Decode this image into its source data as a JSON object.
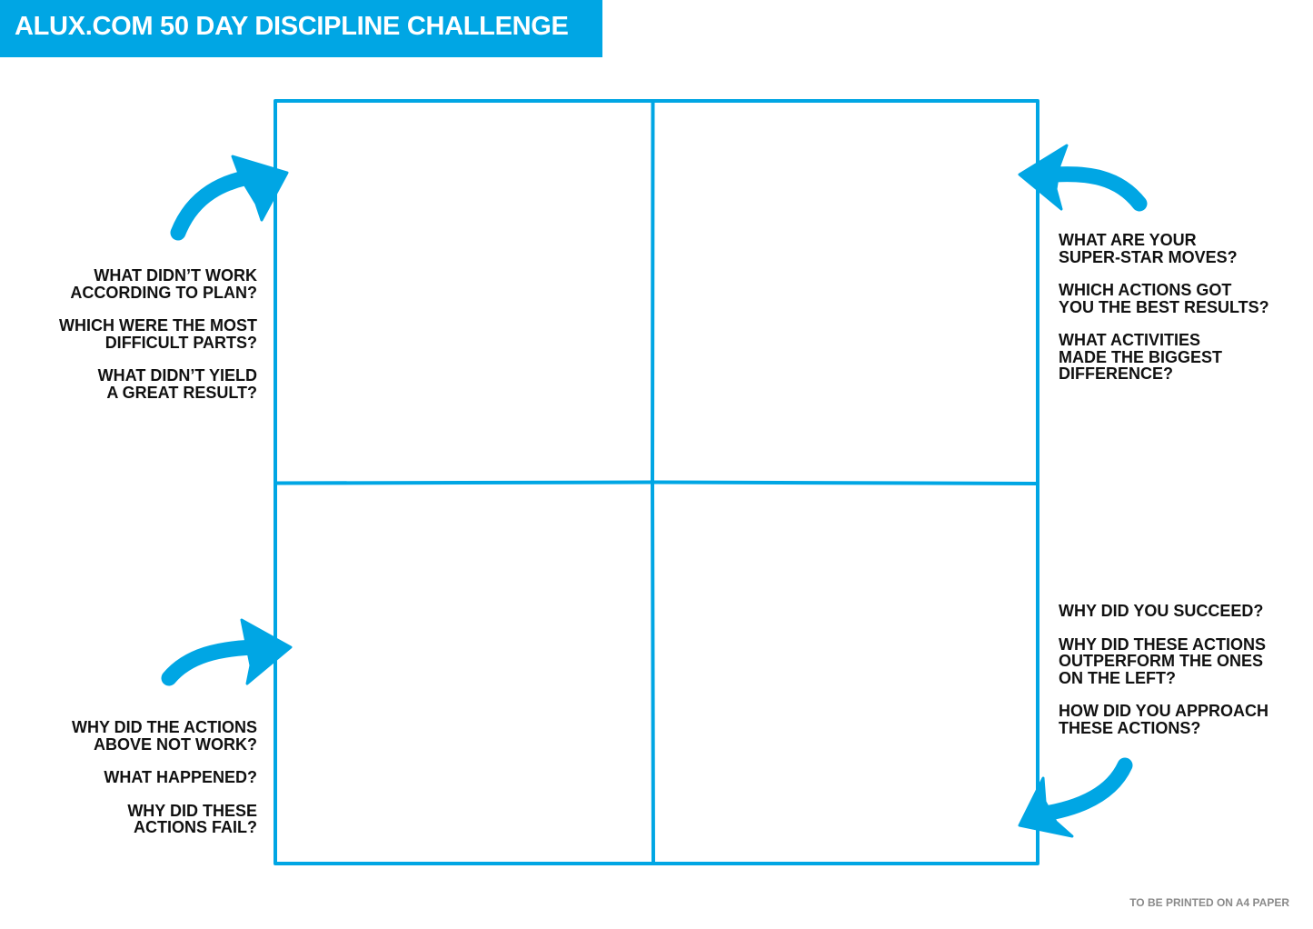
{
  "header": {
    "title": "ALUX.COM 50 DAY DISCIPLINE CHALLENGE"
  },
  "colors": {
    "accent": "#00a6e4",
    "text": "#111111",
    "footnote": "#8a8a8a"
  },
  "icons": {
    "top_left": "curved-arrow-pointing-up-right-icon",
    "top_right": "curved-arrow-pointing-left-icon",
    "bottom_left": "curved-arrow-pointing-right-icon",
    "bottom_right": "curved-arrow-pointing-down-left-icon"
  },
  "quadrants": {
    "top_left": {
      "questions": [
        "WHAT DIDN’T WORK\nACCORDING TO PLAN?",
        "WHICH WERE THE MOST\nDIFFICULT PARTS?",
        "WHAT DIDN’T YIELD\nA GREAT RESULT?"
      ]
    },
    "top_right": {
      "questions": [
        "WHAT ARE YOUR\nSUPER-STAR MOVES?",
        "WHICH ACTIONS GOT\nYOU THE BEST RESULTS?",
        "WHAT ACTIVITIES\nMADE THE BIGGEST\nDIFFERENCE?"
      ]
    },
    "bottom_left": {
      "questions": [
        "WHY DID THE ACTIONS\nABOVE NOT WORK?",
        "WHAT HAPPENED?",
        "WHY DID THESE\nACTIONS FAIL?"
      ]
    },
    "bottom_right": {
      "questions": [
        "WHY DID YOU SUCCEED?",
        "WHY DID THESE ACTIONS\nOUTPERFORM THE ONES\nON THE LEFT?",
        "HOW DID YOU APPROACH\nTHESE ACTIONS?"
      ]
    }
  },
  "footer": {
    "note": "TO BE PRINTED ON A4 PAPER"
  }
}
